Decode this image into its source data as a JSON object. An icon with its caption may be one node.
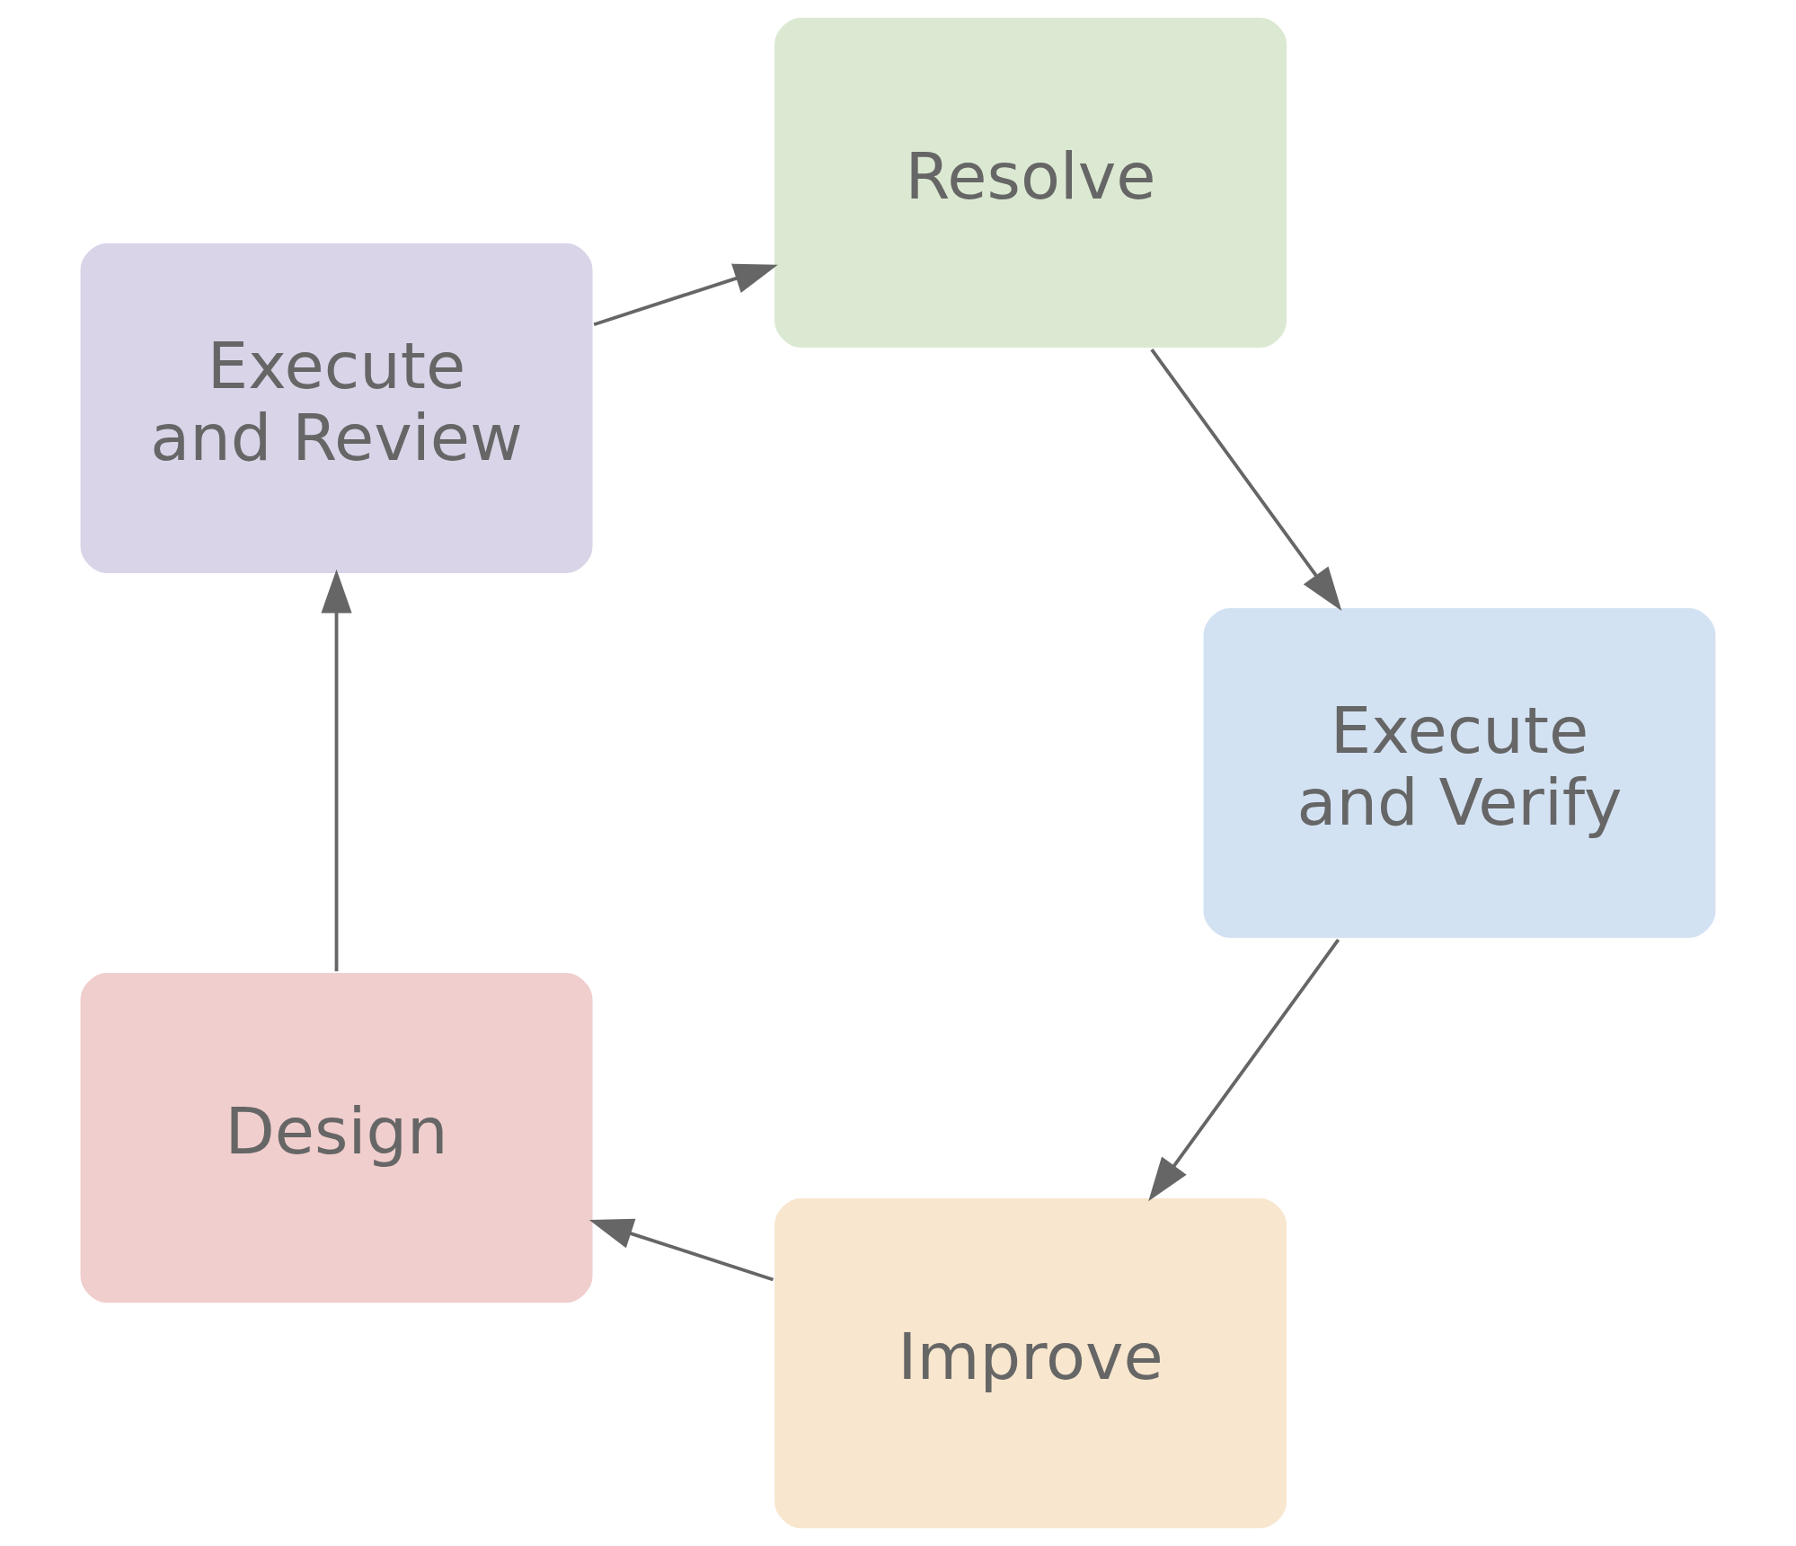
{
  "diagram": {
    "nodes": [
      {
        "text": [
          "Improve"
        ]
      },
      {
        "text": [
          "Design"
        ]
      },
      {
        "text": [
          "Execute and Review"
        ]
      },
      {
        "text": [
          "Resolve"
        ]
      },
      {
        "text": [
          "Execute and Verify"
        ]
      }
    ],
    "edges": [
      {
        "from": 0,
        "to": 1,
        "arrow": "to"
      },
      {
        "from": 1,
        "to": 2,
        "arrow": "to"
      },
      {
        "from": 2,
        "to": 3,
        "arrow": "to"
      },
      {
        "from": 3,
        "to": 4,
        "arrow": "to"
      },
      {
        "from": 4,
        "to": 0,
        "arrow": "to"
      }
    ]
  }
}
